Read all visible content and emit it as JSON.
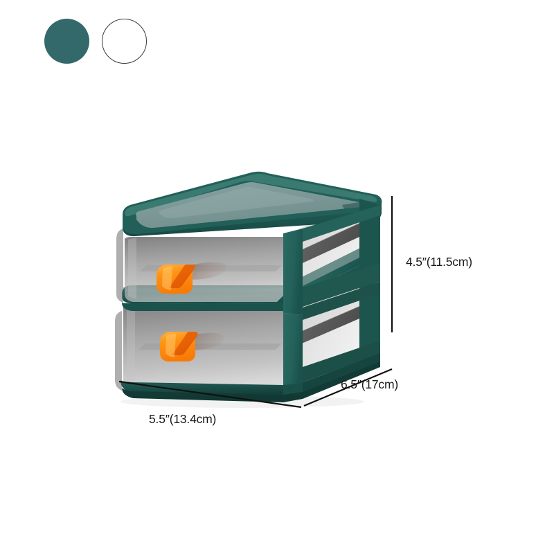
{
  "product": {
    "name": "two-drawer desktop storage organizer",
    "colors": {
      "frame_teal": "#1f5b55",
      "frame_teal_light": "#33696a",
      "top_panel": "#7d9a99",
      "drawer_glass": "#8d8d8d",
      "handle_orange": "#ff8c14",
      "handle_orange_dark": "#e8670c",
      "outline": "#3a3a3a"
    },
    "drawer_count": 2
  },
  "swatches": [
    {
      "name": "teal-green",
      "hex": "#33696a",
      "selected": true
    },
    {
      "name": "white",
      "hex": "#ffffff",
      "selected": false
    }
  ],
  "dimensions": {
    "height": "4.5″(11.5cm)",
    "depth": "6.5″(17cm)",
    "width": "5.5″(13.4cm)"
  }
}
